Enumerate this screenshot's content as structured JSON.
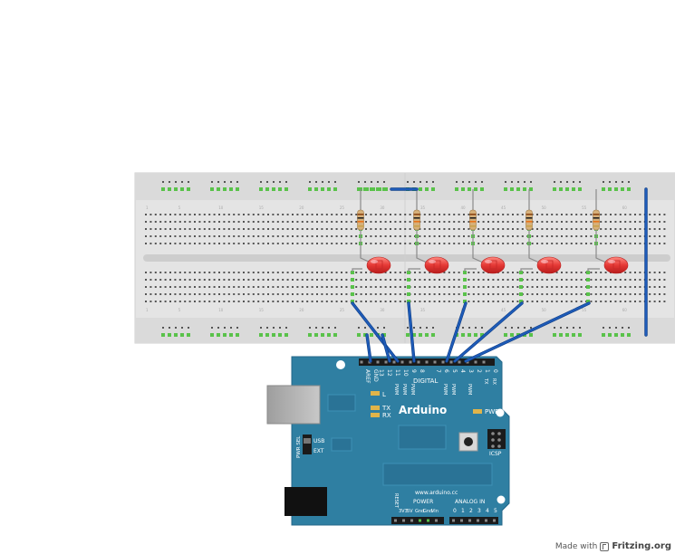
{
  "board": {
    "name": "Arduino",
    "website": "www.arduino.cc",
    "digital_label": "DIGITAL",
    "aref_label": "AREF",
    "gnd_label": "GND",
    "digital_pins": [
      "13",
      "12",
      "11",
      "10",
      "9",
      "8",
      "7",
      "6",
      "5",
      "4",
      "3",
      "2",
      "1",
      "0"
    ],
    "pwm_label": "PWM",
    "tx_label": "TX",
    "rx_label": "RX",
    "l_led_label": "L",
    "pwr_label": "PWR",
    "icsp_label": "ICSP",
    "pwr_sel_label": "PWR SEL",
    "usb_label": "USB",
    "ext_label": "EXT",
    "reset_label": "RESET",
    "power_label": "POWER",
    "power_pins": [
      "3V3",
      "5V",
      "Gnd",
      "Gnd",
      "Vin"
    ],
    "analog_label": "ANALOG IN",
    "analog_pins": [
      "0",
      "1",
      "2",
      "3",
      "4",
      "5"
    ]
  },
  "breadboard": {
    "column_numbers": [
      "1",
      "5",
      "10",
      "15",
      "20",
      "25",
      "30",
      "35",
      "40",
      "45",
      "50",
      "55",
      "60"
    ]
  },
  "components": {
    "led_count": 5,
    "led_color": "#e53935",
    "wire_color": "#1e5bb8",
    "board_color": "#2f7fa2"
  },
  "footer": {
    "made_with": "Made with",
    "brand": "Fritzing.org"
  }
}
